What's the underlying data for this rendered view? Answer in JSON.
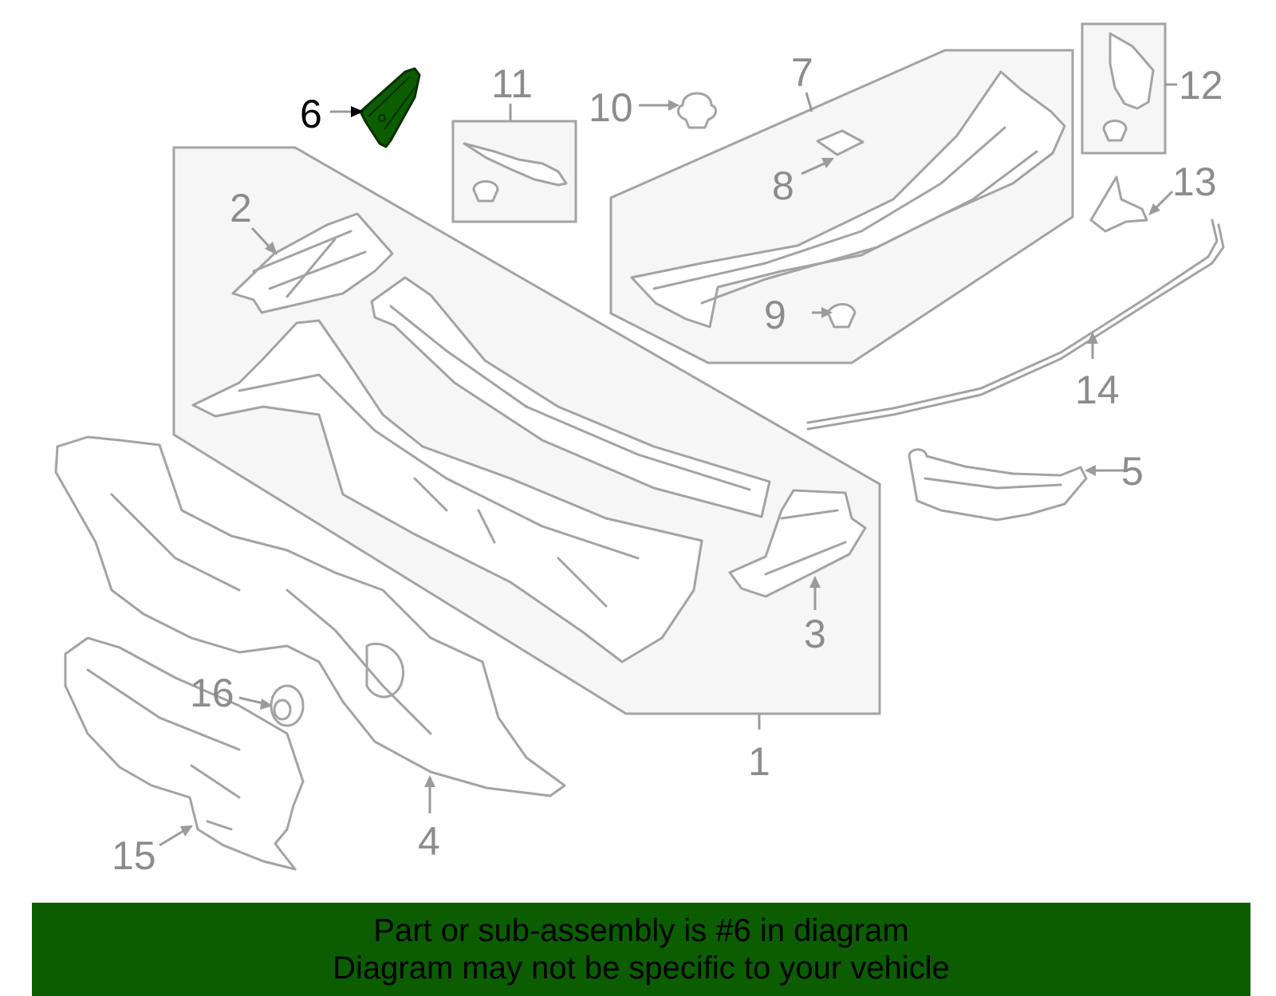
{
  "highlight_color": "#0b5d00",
  "callouts": {
    "c1": "1",
    "c2": "2",
    "c3": "3",
    "c4": "4",
    "c5": "5",
    "c6": "6",
    "c7": "7",
    "c8": "8",
    "c9": "9",
    "c10": "10",
    "c11": "11",
    "c12": "12",
    "c13": "13",
    "c14": "14",
    "c15": "15",
    "c16": "16"
  },
  "banner": {
    "line1": "Part or sub-assembly is #6 in diagram",
    "line2": "Diagram may not be specific to your vehicle"
  }
}
